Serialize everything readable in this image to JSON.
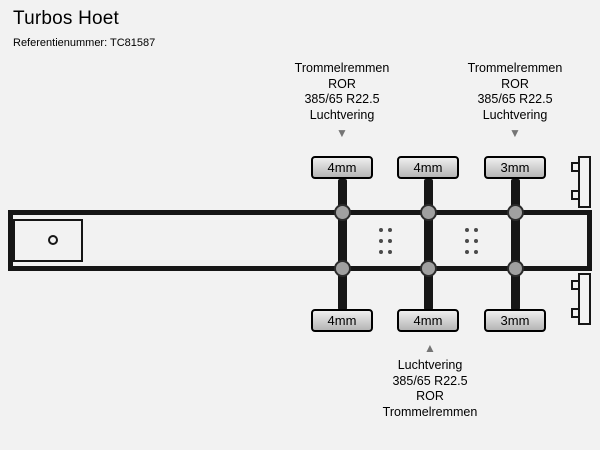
{
  "header": {
    "title": "Turbos Hoet",
    "reference": "Referentienummer: TC81587"
  },
  "annotations": {
    "top_left": {
      "lines": [
        "Trommelremmen",
        "ROR",
        "385/65 R22.5",
        "Luchtvering"
      ],
      "arrow": "▼"
    },
    "top_right": {
      "lines": [
        "Trommelremmen",
        "ROR",
        "385/65 R22.5",
        "Luchtvering"
      ],
      "arrow": "▼"
    },
    "bottom": {
      "arrow": "▲",
      "lines": [
        "Luchtvering",
        "385/65 R22.5",
        "ROR",
        "Trommelremmen"
      ]
    }
  },
  "axles": [
    {
      "top_tread": "4mm",
      "bottom_tread": "4mm"
    },
    {
      "top_tread": "4mm",
      "bottom_tread": "4mm"
    },
    {
      "top_tread": "3mm",
      "bottom_tread": "3mm"
    }
  ],
  "colors": {
    "background": "#f2f2f2",
    "frame": "#161616",
    "hub_fill": "#a0a0a0",
    "arrow": "#757575",
    "tread_box_top": "#eeeeee",
    "tread_box_bottom": "#b5b5b5"
  }
}
